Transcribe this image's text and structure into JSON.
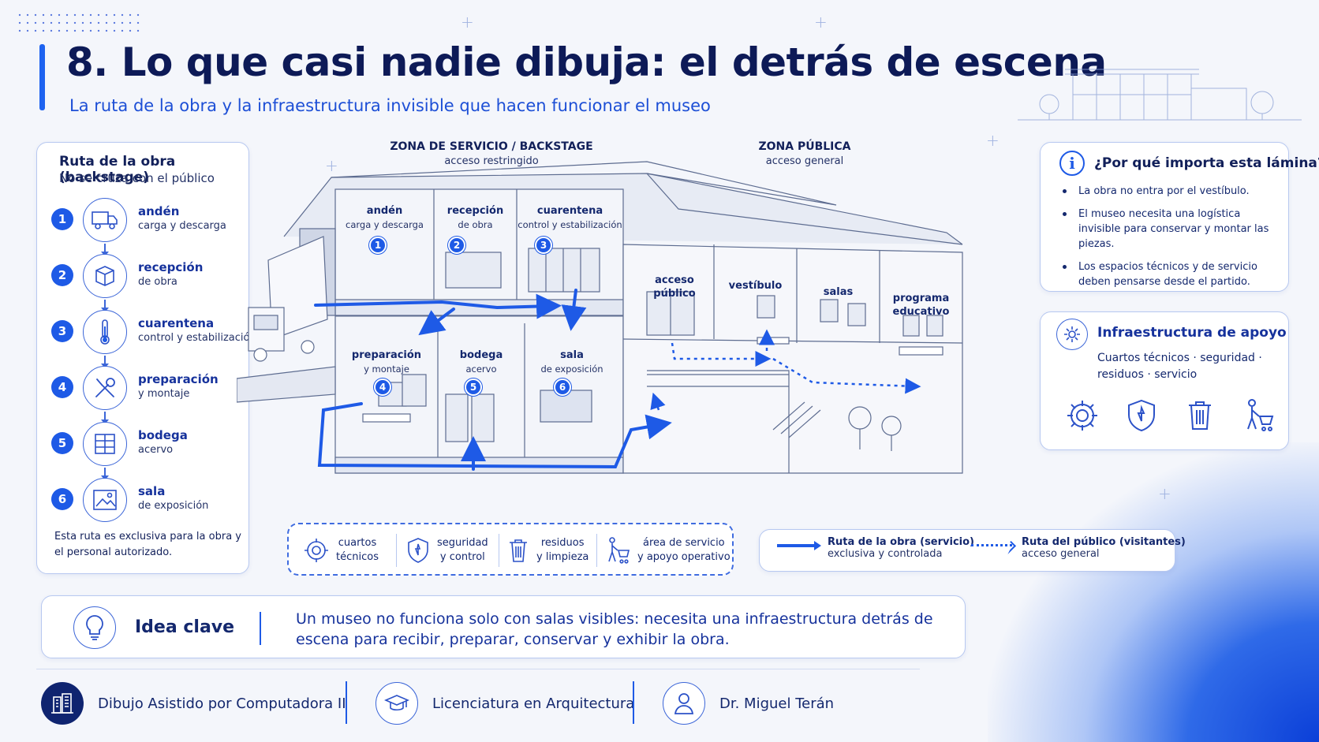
{
  "header": {
    "title": "8. Lo que casi nadie dibuja: el detrás de escena",
    "subtitle": "La ruta de la obra y la infraestructura invisible que hacen funcionar el museo"
  },
  "route": {
    "title": "Ruta de la obra (backstage)",
    "subtitle": "No se cruza con el público",
    "steps": [
      {
        "num": "1",
        "name": "andén",
        "desc": "carga y descarga",
        "icon": "truck-icon"
      },
      {
        "num": "2",
        "name": "recepción",
        "desc": "de obra",
        "icon": "box-icon"
      },
      {
        "num": "3",
        "name": "cuarentena",
        "desc": "control y estabilización",
        "icon": "thermometer-icon"
      },
      {
        "num": "4",
        "name": "preparación",
        "desc": "y montaje",
        "icon": "tools-icon"
      },
      {
        "num": "5",
        "name": "bodega",
        "desc": "acervo",
        "icon": "storage-icon"
      },
      {
        "num": "6",
        "name": "sala",
        "desc": "de exposición",
        "icon": "picture-icon"
      }
    ],
    "note": "Esta ruta es exclusiva para la obra y el personal autorizado."
  },
  "zones": {
    "service": {
      "label": "ZONA DE SERVICIO / BACKSTAGE",
      "sub": "acceso restringido"
    },
    "public": {
      "label": "ZONA PÚBLICA",
      "sub": "acceso general"
    }
  },
  "rooms": {
    "upper": [
      {
        "name": "andén",
        "sub": "carga y descarga",
        "num": "1"
      },
      {
        "name": "recepción",
        "sub": "de obra",
        "num": "2"
      },
      {
        "name": "cuarentena",
        "sub": "control y estabilización",
        "num": "3"
      }
    ],
    "lower": [
      {
        "name": "preparación",
        "sub": "y montaje",
        "num": "4"
      },
      {
        "name": "bodega",
        "sub": "acervo",
        "num": "5"
      },
      {
        "name": "sala",
        "sub": "de exposición",
        "num": "6"
      }
    ],
    "public": [
      {
        "name": "acceso",
        "sub": "público"
      },
      {
        "name": "vestíbulo",
        "sub": ""
      },
      {
        "name": "salas",
        "sub": ""
      },
      {
        "name": "programa",
        "sub": "educativo"
      }
    ]
  },
  "why": {
    "icon": "info-icon",
    "icon_glyph": "i",
    "title": "¿Por qué importa esta lámina?",
    "items": [
      "La obra no entra por el vestíbulo.",
      "El museo necesita una logística invisible para conservar y montar las piezas.",
      "Los espacios técnicos y de servicio deben pensarse desde el partido."
    ]
  },
  "infra": {
    "title": "Infraestructura de apoyo",
    "desc": "Cuartos técnicos · seguridad · residuos · servicio",
    "icons": [
      "gear-icon",
      "shield-icon",
      "trash-icon",
      "worker-cart-icon"
    ]
  },
  "services": [
    {
      "line1": "cuartos",
      "line2": "técnicos",
      "icon": "gear-icon"
    },
    {
      "line1": "seguridad",
      "line2": "y control",
      "icon": "shield-icon"
    },
    {
      "line1": "residuos",
      "line2": "y limpieza",
      "icon": "trash-icon"
    },
    {
      "line1": "área de servicio",
      "line2": "y apoyo operativo",
      "icon": "worker-cart-icon"
    }
  ],
  "legend": [
    {
      "name": "Ruta de la obra (servicio)",
      "sub": "exclusiva y controlada",
      "style": "solid"
    },
    {
      "name": "Ruta del público (visitantes)",
      "sub": "acceso general",
      "style": "dotted"
    }
  ],
  "idea": {
    "title": "Idea clave",
    "text": "Un museo no funciona solo con salas visibles: necesita una infraestructura detrás de escena para recibir, preparar, conservar y exhibir la obra."
  },
  "footer": [
    {
      "text": "Dibujo Asistido por Computadora II",
      "icon": "building-icon"
    },
    {
      "text": "Licenciatura en Arquitectura",
      "icon": "graduation-cap-icon"
    },
    {
      "text": "Dr. Miguel Terán",
      "icon": "user-icon"
    }
  ],
  "colors": {
    "accent": "#1e5ae6",
    "navy": "#0d1a57",
    "border": "#b7c8f0"
  }
}
